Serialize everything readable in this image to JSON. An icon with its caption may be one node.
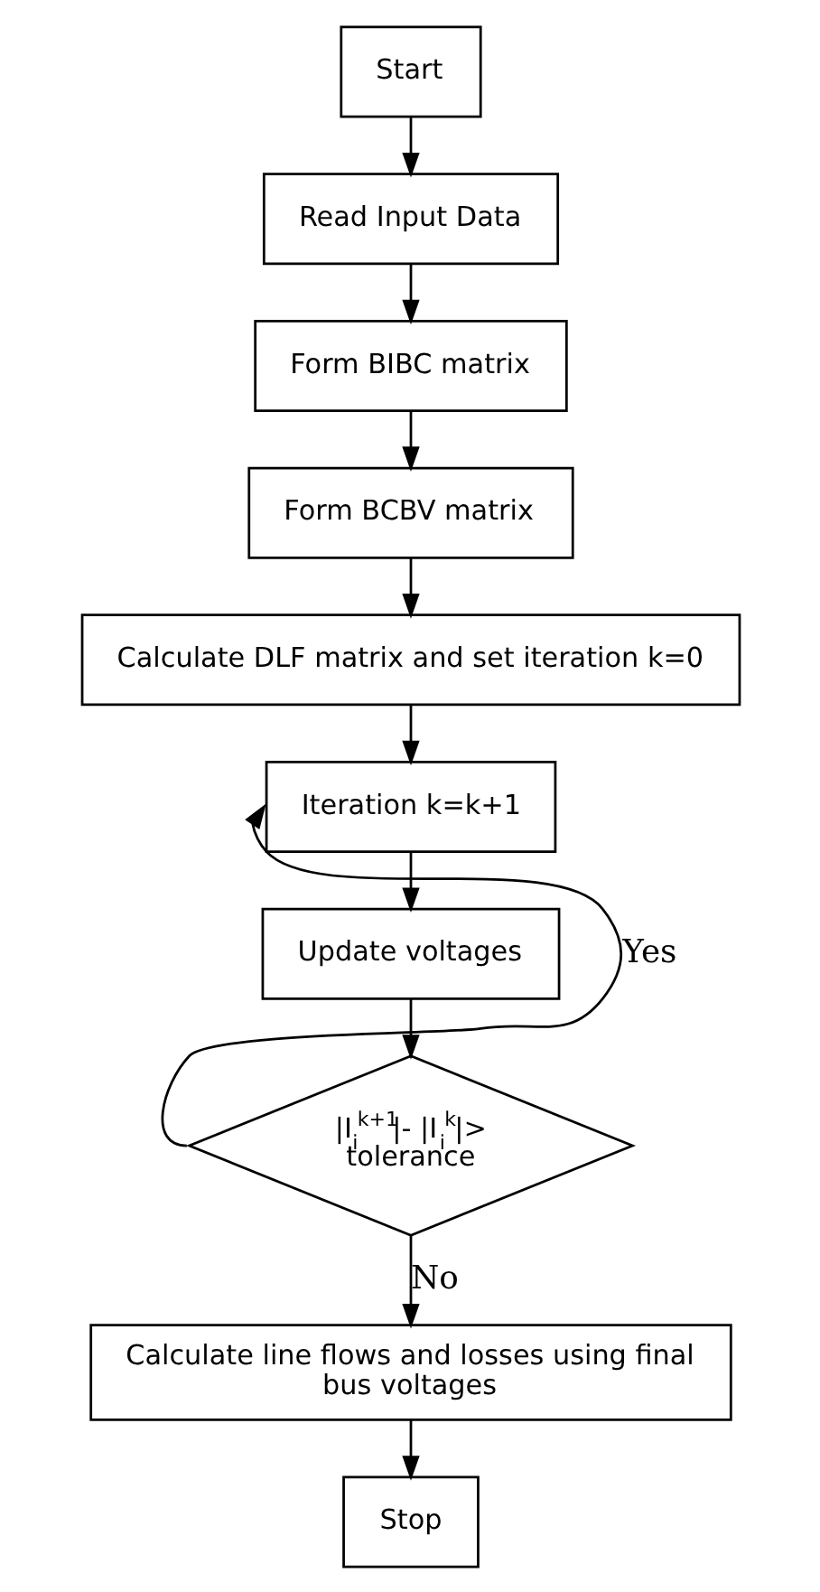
{
  "diagram": {
    "nodes": [
      {
        "text": [
          "Start"
        ]
      },
      {
        "text": [
          "Read Input Data"
        ]
      },
      {
        "text": [
          "Form BIBC matrix"
        ]
      },
      {
        "text": [
          "Form BCBV matrix"
        ]
      },
      {
        "text": [
          "Calculate DLF matrix and set iteration k=0"
        ]
      },
      {
        "text": [
          "Iteration k=k+1"
        ]
      },
      {
        "text": [
          "Update voltages"
        ]
      },
      {
        "text": [
          "|I$_{i}$$^{k+1}$|- |I$_{i}$$^{k}$|> tolerance"
        ]
      },
      {
        "text": [
          "Calculate line flows and losses using final bus voltages"
        ]
      },
      {
        "text": [
          "Stop"
        ]
      }
    ],
    "edges": [
      {
        "from": 0,
        "to": 1,
        "arrow": "to"
      },
      {
        "from": 1,
        "to": 2,
        "arrow": "to"
      },
      {
        "from": 2,
        "to": 3,
        "arrow": "to"
      },
      {
        "from": 3,
        "to": 4,
        "arrow": "to"
      },
      {
        "from": 4,
        "to": 5,
        "arrow": "to"
      },
      {
        "from": 5,
        "to": 6,
        "arrow": "to"
      },
      {
        "from": 6,
        "to": 7,
        "arrow": "to"
      },
      {
        "from": 7,
        "to": 5,
        "arrow": "to",
        "label": "Yes"
      },
      {
        "from": 7,
        "to": 8,
        "arrow": "to",
        "label": "No"
      },
      {
        "from": 8,
        "to": 9,
        "arrow": "to"
      }
    ]
  }
}
